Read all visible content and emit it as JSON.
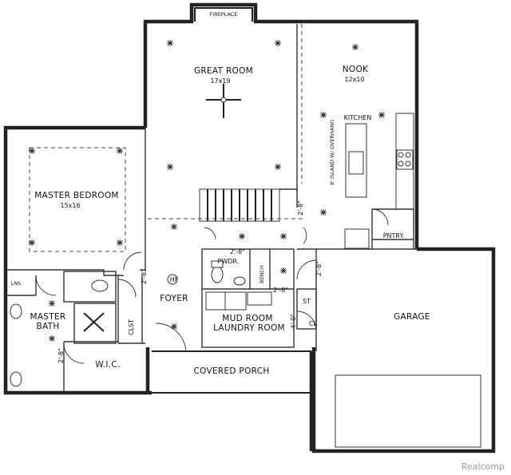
{
  "rooms": {
    "fireplace": "FIREPLACE",
    "great_room": "GREAT ROOM",
    "great_room_dim": "17x19",
    "nook": "NOOK",
    "nook_dim": "12x10",
    "kitchen": "KITCHEN",
    "island": "8' ISLAND W/ OVERHANG",
    "master_bedroom": "MASTER BEDROOM",
    "master_bedroom_dim": "15x16",
    "lns": "LNS",
    "master_bath_1": "MASTER",
    "master_bath_2": "BATH",
    "clst_1": "CLST",
    "wic": "W.I.C.",
    "foyer": "FOYER",
    "pwdr": "PWDR.",
    "bench": "BENCH",
    "mud_room": "MUD ROOM",
    "laundry_room": "LAUNDRY ROOM",
    "clst_2": "CL",
    "clst_2_b": "ST",
    "pntry": "PNTRY.",
    "garage": "GARAGE",
    "covered_porch": "COVERED PORCH",
    "hf": "HF"
  },
  "dimensions": {
    "d1": "2'-8\"",
    "d2": "2'-8\"",
    "d3": "2'-8\"",
    "d4": "2'-8\"",
    "d5": "2'-8\"",
    "d6": "4'-0\"",
    "d7": "2'-8\""
  },
  "watermark": "Realcomp"
}
